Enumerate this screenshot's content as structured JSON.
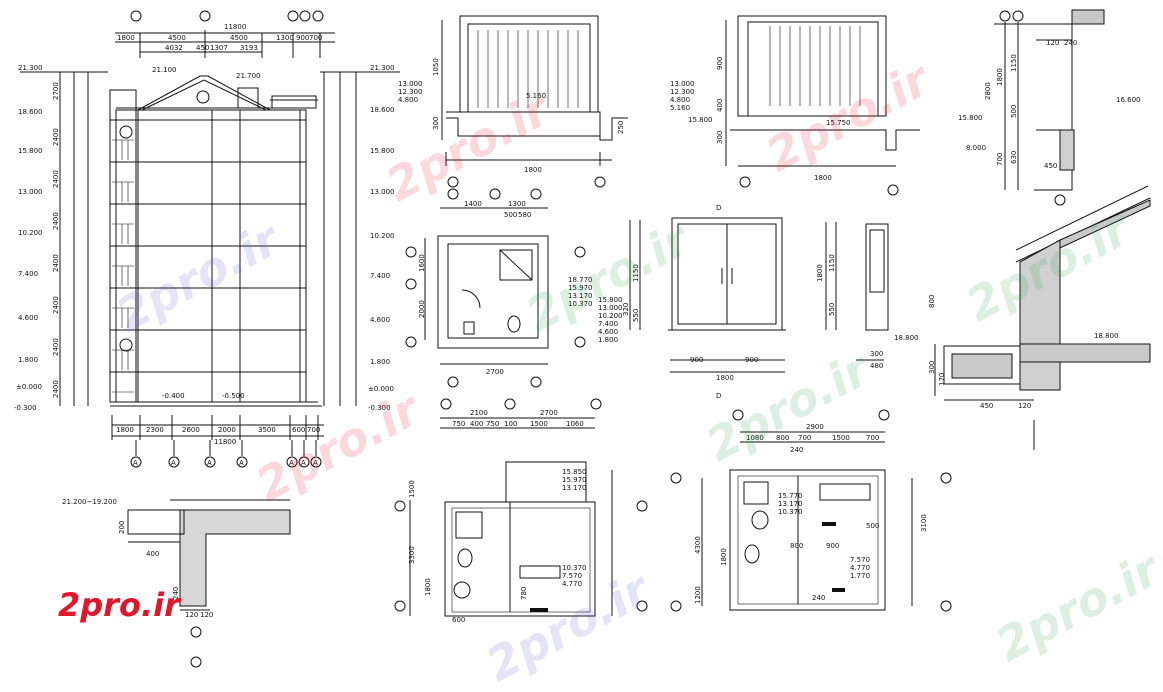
{
  "watermark": "2pro.ir",
  "logo_text": "2pro.ir",
  "elevation": {
    "top_dims": [
      "11800",
      "1800",
      "4500",
      "4500",
      "1300",
      "900",
      "700",
      "4032",
      "450",
      "1307",
      "3193"
    ],
    "left_levels": [
      "21.300",
      "18.600",
      "15.800",
      "13.000",
      "10.200",
      "7.400",
      "4.600",
      "1.800",
      "±0.000",
      "-0.300"
    ],
    "right_levels": [
      "21.300",
      "18.600",
      "15.800",
      "13.000",
      "10.200",
      "7.400",
      "4.600",
      "1.800",
      "±0.000",
      "-0.300"
    ],
    "floor_dims": [
      "2700",
      "2400",
      "2400",
      "2400",
      "2400",
      "2400",
      "2400",
      "2400"
    ],
    "roof_levels": [
      "21.100",
      "21.700"
    ],
    "ground_marks": [
      "-0.400",
      "-0.500"
    ],
    "bottom_dims": [
      "1800",
      "2300",
      "2600",
      "2000",
      "3500",
      "600",
      "700"
    ],
    "bottom_total": "11800",
    "axis_label": "A"
  },
  "balcony_section_1": {
    "levels": [
      "13.000",
      "12.300",
      "4.800",
      "5.160"
    ],
    "dims": [
      "1800",
      "1050",
      "300",
      "250"
    ]
  },
  "balcony_section_2": {
    "levels": [
      "13.000",
      "12.300",
      "4.800",
      "5.160",
      "15.800",
      "15.750"
    ],
    "dims": [
      "1800",
      "900",
      "400",
      "300"
    ]
  },
  "detail_top_right": {
    "dims": [
      "1800",
      "2800",
      "1150",
      "500",
      "700",
      "630",
      "450",
      "240",
      "120"
    ],
    "levels": [
      "16.600",
      "15.800",
      "8.000"
    ]
  },
  "bath_plan": {
    "dims": [
      "2700",
      "1400",
      "1300",
      "500",
      "580",
      "2000",
      "1600"
    ],
    "levels": [
      "18.770",
      "15.970",
      "13.170",
      "10.370"
    ]
  },
  "window_elev": {
    "dims": [
      "1800",
      "900",
      "900",
      "1150",
      "550",
      "320"
    ],
    "levels": [
      "15.800",
      "13.000",
      "10.200",
      "7.400",
      "4.600",
      "1.800"
    ],
    "label": "D"
  },
  "window_side": {
    "dims": [
      "1800",
      "1150",
      "550",
      "300",
      "480"
    ]
  },
  "roof_detail": {
    "levels": [
      "18.800",
      "18.800"
    ],
    "dims": [
      "800",
      "300",
      "450",
      "120",
      "170"
    ]
  },
  "eave_detail": {
    "title": "21.200~19.200",
    "dims": [
      "200",
      "400",
      "120",
      "120",
      "240"
    ]
  },
  "unit_plan_1": {
    "dims": [
      "2100",
      "2700",
      "750",
      "400",
      "750",
      "100",
      "1500",
      "1060",
      "1500",
      "3300",
      "1800",
      "600",
      "780"
    ],
    "levels": [
      "15.850",
      "15.970",
      "13.170",
      "10.370",
      "7.570",
      "4.770"
    ]
  },
  "unit_plan_2": {
    "dims": [
      "2900",
      "1080",
      "800",
      "700",
      "1500",
      "700",
      "240",
      "4300",
      "3100",
      "1800",
      "1200",
      "800",
      "900",
      "500",
      "240"
    ],
    "levels": [
      "15.770",
      "13.170",
      "10.370",
      "7.570",
      "4.770",
      "1.770"
    ]
  }
}
